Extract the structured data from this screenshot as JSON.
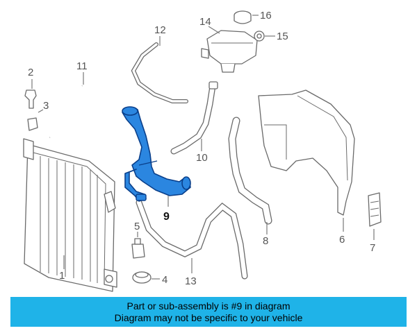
{
  "callouts": {
    "c1": "1",
    "c2": "2",
    "c3": "3",
    "c4": "4",
    "c5": "5",
    "c6": "6",
    "c7": "7",
    "c8": "8",
    "c9": "9",
    "c10": "10",
    "c11": "11",
    "c12": "12",
    "c13": "13",
    "c14": "14",
    "c15": "15",
    "c16": "16"
  },
  "highlight_color": "#2b86e0",
  "banner": {
    "line1": "Part or sub-assembly is #9 in diagram",
    "line2": "Diagram may not be specific to your vehicle",
    "color": "#1fb3e8"
  }
}
